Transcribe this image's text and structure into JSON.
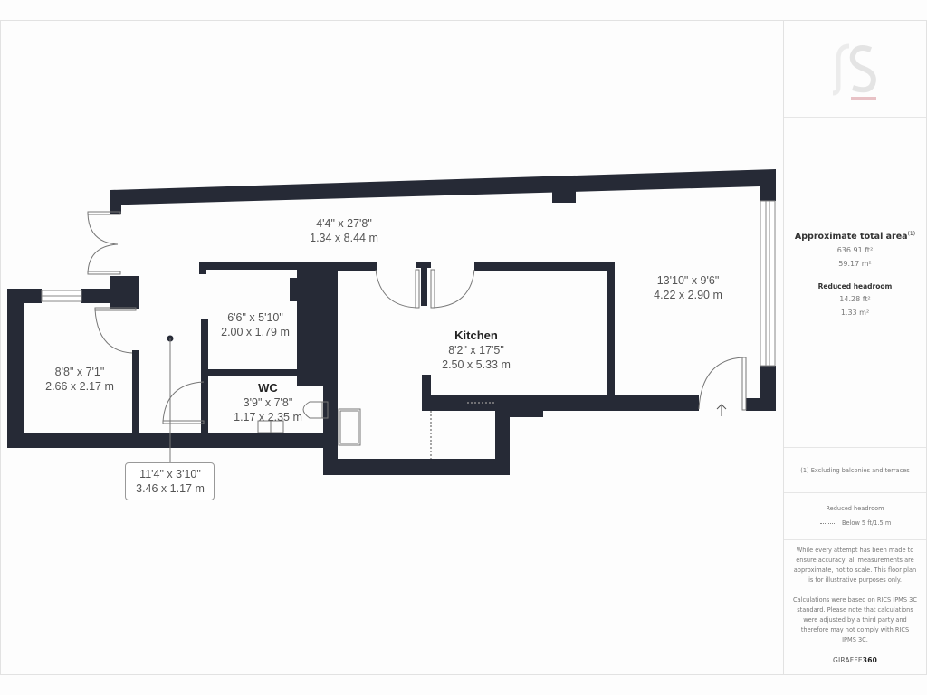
{
  "floorplan": {
    "rooms": [
      {
        "id": "hallway-top",
        "name": "",
        "imperial": "4'4\" x 27'8\"",
        "metric": "1.34 x 8.44 m"
      },
      {
        "id": "reception",
        "name": "",
        "imperial": "13'10\" x 9'6\"",
        "metric": "4.22 x 2.90 m"
      },
      {
        "id": "kitchen",
        "name": "Kitchen",
        "imperial": "8'2\" x 17'5\"",
        "metric": "2.50 x 5.33 m"
      },
      {
        "id": "store",
        "name": "",
        "imperial": "6'6\" x 5'10\"",
        "metric": "2.00 x 1.79 m"
      },
      {
        "id": "wc",
        "name": "WC",
        "imperial": "3'9\" x 7'8\"",
        "metric": "1.17 x 2.35 m"
      },
      {
        "id": "bedroom",
        "name": "",
        "imperial": "8'8\" x 7'1\"",
        "metric": "2.66 x 2.17 m"
      },
      {
        "id": "corridor",
        "name": "",
        "imperial": "11'4\" x 3'10\"",
        "metric": "3.46 x 1.17 m"
      }
    ],
    "colors": {
      "wall": "#262a36",
      "background": "#fdfdfd",
      "border": "#e2e2e2"
    },
    "entrance_icon": "up-arrow-icon"
  },
  "sidebar": {
    "logo": "JS",
    "logo_accent": "#e8c2c6",
    "total_area_title": "Approximate total area",
    "total_area_footnote": "(1)",
    "total_area_ft": "636.91 ft²",
    "total_area_m": "59.17 m²",
    "reduced_headroom_title": "Reduced headroom",
    "reduced_headroom_ft": "14.28 ft²",
    "reduced_headroom_m": "1.33 m²",
    "note": "(1) Excluding balconies and terraces",
    "legend_title": "Reduced headroom",
    "legend_item": "Below 5 ft/1.5 m",
    "disclaimer_1": "While every attempt has been made to ensure accuracy, all measurements are approximate, not to scale. This floor plan is for illustrative purposes only.",
    "disclaimer_2": "Calculations were based on RICS IPMS 3C standard. Please note that calculations were adjusted by a third party and therefore may not comply with RICS IPMS 3C.",
    "brand_prefix": "GIRAFFE",
    "brand_suffix": "360"
  }
}
